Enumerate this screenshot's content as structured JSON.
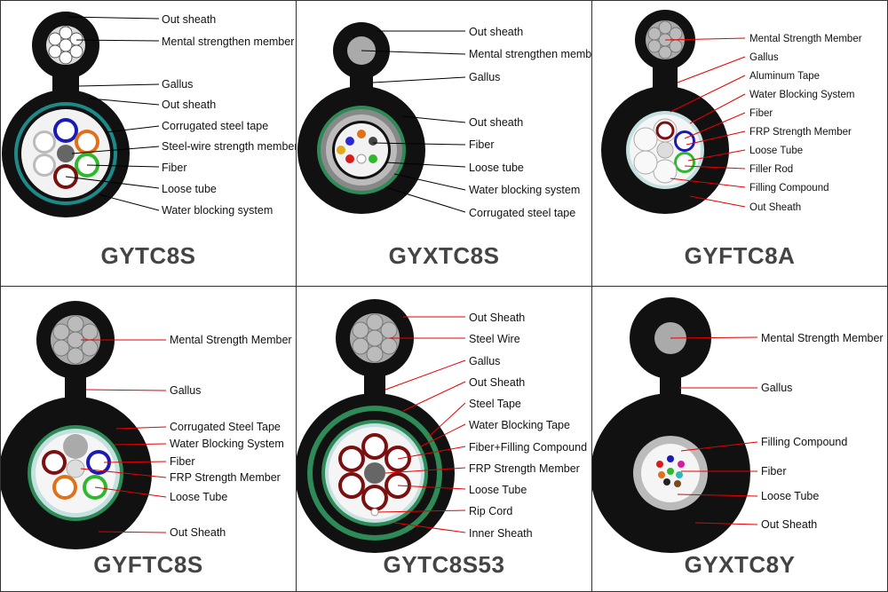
{
  "panels": [
    {
      "title": "GYTC8S",
      "labels": [
        "Out sheath",
        "Mental strengthen member",
        "Gallus",
        "Out sheath",
        "Corrugated steel tape",
        "Steel-wire strength member",
        "Fiber",
        "Loose tube",
        "Water blocking system"
      ]
    },
    {
      "title": "GYXTC8S",
      "labels": [
        "Out sheath",
        "Mental strengthen membe",
        "Gallus",
        "Out sheath",
        "Fiber",
        "Loose tube",
        "Water blocking system",
        "Corrugated steel tape"
      ]
    },
    {
      "title": "GYFTC8A",
      "labels": [
        "Mental Strength Member",
        "Gallus",
        "Aluminum Tape",
        "Water Blocking System",
        "Fiber",
        "FRP Strength Member",
        "Loose Tube",
        "Filler Rod",
        "Filling Compound",
        "Out Sheath"
      ]
    },
    {
      "title": "GYFTC8S",
      "labels": [
        "Mental Strength Member",
        "Gallus",
        "Corrugated Steel Tape",
        "Water Blocking System",
        "Fiber",
        "FRP Strength Member",
        "Loose Tube",
        "Out Sheath"
      ]
    },
    {
      "title": "GYTC8S53",
      "labels": [
        "Out Sheath",
        "Steel Wire",
        "Gallus",
        "Out Sheath",
        "Steel Tape",
        "Water Blocking Tape",
        "Fiber+Filling Compound",
        "FRP Strength Member",
        "Loose Tube",
        "Rip Cord",
        "Inner Sheath"
      ]
    },
    {
      "title": "GYXTC8Y",
      "labels": [
        "Mental Strength Member",
        "Gallus",
        "Filling Compound",
        "Fiber",
        "Loose Tube",
        "Out Sheath"
      ]
    }
  ],
  "colors": {
    "sheath": "#111111",
    "steel": "#a9a9a9",
    "green_tape": "#2e8b57",
    "leader_line": "#e60000"
  }
}
